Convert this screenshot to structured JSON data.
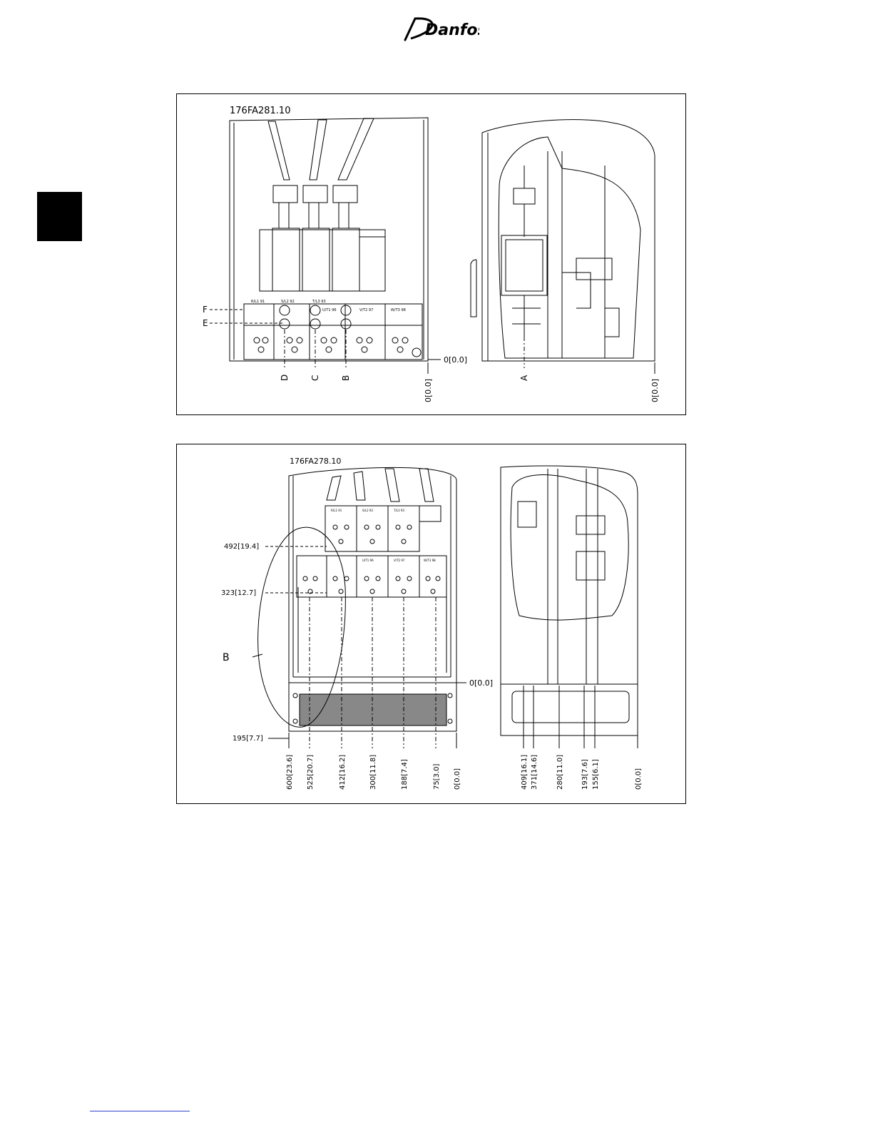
{
  "brand": {
    "logo_text": "Danfoss"
  },
  "figure_top": {
    "drawing_id": "176FA281.10",
    "callouts": {
      "F": "F",
      "E": "E",
      "D": "D",
      "C": "C",
      "B": "B",
      "A": "A"
    },
    "terminal_labels": [
      "R/L1 91",
      "S/L2 92",
      "T/L3 93",
      "U/T1 96",
      "V/T2 97",
      "W/T3 98"
    ],
    "dimensions": {
      "front_right_h": "0[0.0]",
      "front_bottom_v": "0[0.0]",
      "side_bottom_v": "0[0.0]"
    }
  },
  "figure_bottom": {
    "drawing_id": "176FA278.10",
    "callout_b": "B",
    "terminal_labels_top": [
      "R/L1 91",
      "S/L2 92",
      "T/L3 93"
    ],
    "terminal_labels_mid": [
      "U/T1 96",
      "V/T2 97",
      "W/T3 98"
    ],
    "left_dims": {
      "d492": "492[19.4]",
      "d323": "323[12.7]",
      "d195": "195[7.7]"
    },
    "front_right_h": "0[0.0]",
    "front_dims": [
      "600[23.6]",
      "525[20.7]",
      "412[16.2]",
      "300[11.8]",
      "188[7.4]",
      "75[3.0]",
      "0[0.0]"
    ],
    "side_dims": [
      "409[16.1]",
      "371[14.6]",
      "280[11.0]",
      "193[7.6]",
      "155[6.1]",
      "0[0.0]"
    ]
  },
  "colors": {
    "line": "#000000",
    "footer_rule": "#3344cc"
  }
}
